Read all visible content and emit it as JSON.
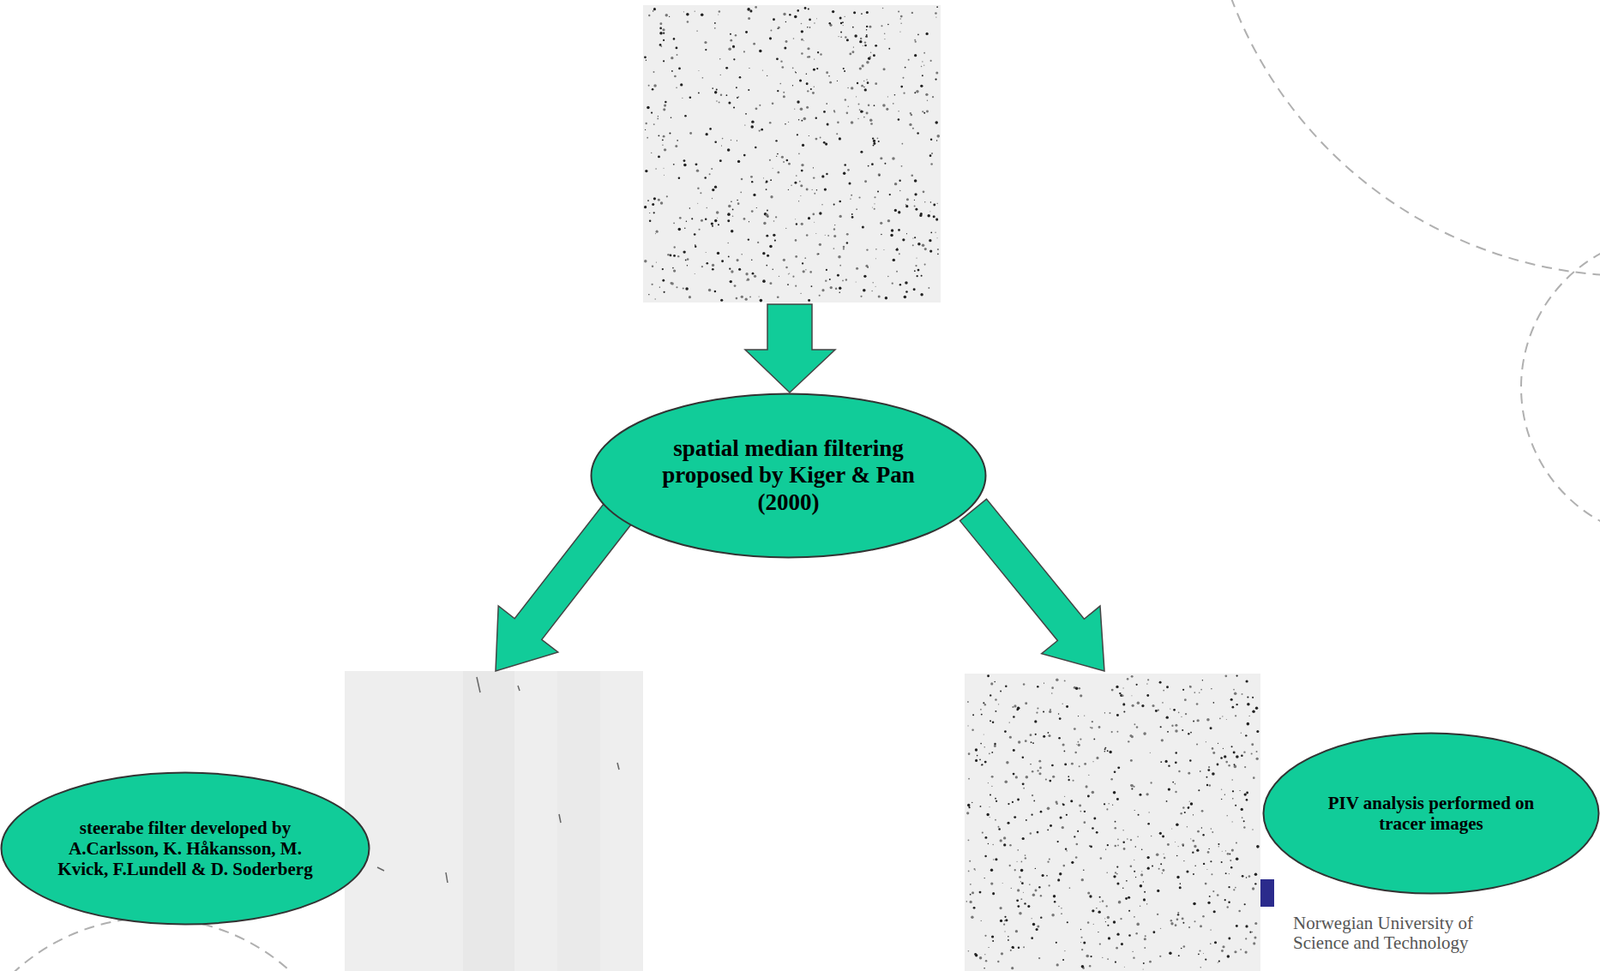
{
  "diagram": {
    "nodes": [
      {
        "text": [
          "spatial median filtering proposed by Kiger & Pan (2000)"
        ]
      },
      {
        "text": [
          "steerabe filter developed by A.Carlsson, K. Håkansson, M. Kvick, F.Lundell & D. Soderberg"
        ]
      },
      {
        "text": [
          "PIV analysis performed on tracer images"
        ]
      }
    ],
    "labels": [
      "Norwegian University of Science and Technology"
    ]
  }
}
